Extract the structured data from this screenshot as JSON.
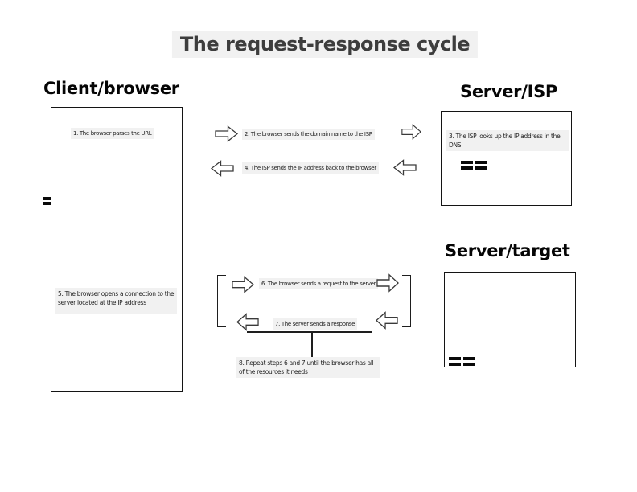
{
  "title": "The request-response cycle",
  "client": {
    "heading": "Client/browser",
    "step1": "1. The browser parses the URL",
    "step5": "5. The browser opens a connection to the server located at the IP address"
  },
  "isp": {
    "heading": "Server/ISP",
    "step3": "3. The ISP looks up the IP address in the DNS."
  },
  "target": {
    "heading": "Server/target"
  },
  "flow": {
    "step2": "2. The browser sends the domain name to the ISP",
    "step4": "4. The ISP sends the IP address back to the browser",
    "step6": "6. The browser sends a request to the server",
    "step7": "7. The server sends a response",
    "step8": "8. Repeat steps 6 and 7 until the browser has all of the resources it needs"
  },
  "icons": {
    "block-arrow-right-icon": "⇨",
    "block-arrow-left-icon": "⇦",
    "equals-mark-icon": "=",
    "double-equals-mark-icon": "=="
  },
  "colors": {
    "background": "#ffffff",
    "highlight_bg": "#f1f1f1",
    "title_text": "#3d3d3d",
    "heading_text": "#050505",
    "step_text": "#1c1c1c",
    "box_border": "#141414",
    "arrow_fill": "#ffffff",
    "arrow_stroke": "#3a3a3a",
    "connector_line": "#1e1e1e",
    "icon_bars": "#0a0a0a"
  }
}
